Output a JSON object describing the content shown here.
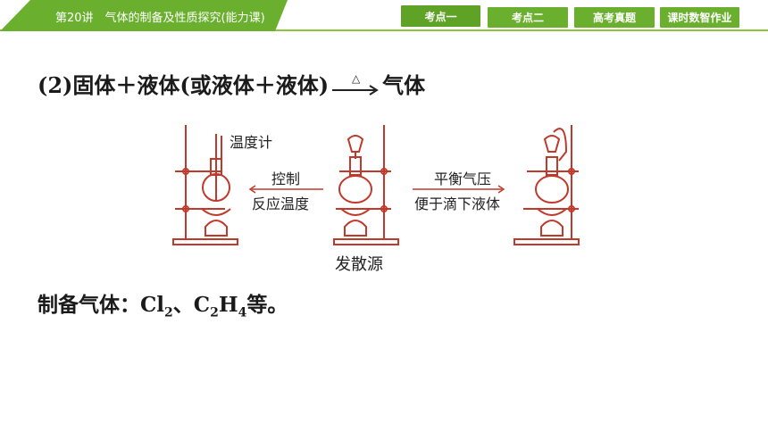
{
  "header": {
    "lesson_title": "第20讲　气体的制备及性质探究(能力课)",
    "nav": [
      {
        "label": "考点一"
      },
      {
        "label": "考点二"
      },
      {
        "label": "高考真题"
      },
      {
        "label": "课时数智作业"
      }
    ],
    "accent_color": "#6ab02e"
  },
  "content": {
    "heading_prefix": "(2)固体＋液体(或液体＋液体)",
    "heading_condition": "△",
    "heading_suffix": "气体",
    "figure": {
      "label_thermometer": "温度计",
      "label_control_1": "控制",
      "label_control_2": "反应温度",
      "label_balance_1": "平衡气压",
      "label_balance_2": "便于滴下液体",
      "label_center": "发散源"
    },
    "summary_prefix": "制备气体：Cl",
    "summary_sub1": "2",
    "summary_mid": "、C",
    "summary_sub2": "2",
    "summary_mid2": "H",
    "summary_sub3": "4",
    "summary_suffix": "等。"
  }
}
